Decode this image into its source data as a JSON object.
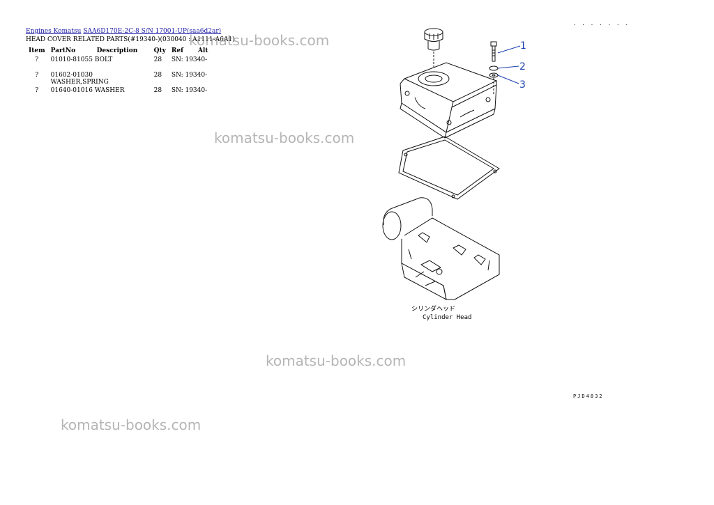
{
  "breadcrumb": {
    "link1": "Engines Komatsu",
    "link2": "SAA6D170E-2C-8 S/N 17001-UP(saa6d2ar)"
  },
  "heading": "HEAD COVER RELATED PARTS(#19340-)(030040 : A1111-A6A1)",
  "table": {
    "headers": [
      "Item",
      "PartNo",
      "Description",
      "Qty",
      "Ref",
      "Alt"
    ],
    "rows": [
      {
        "item": "?",
        "partno": "01010-81055",
        "description": "BOLT",
        "qty": "28",
        "ref": "SN: 19340-",
        "alt": ""
      },
      {
        "item": "?",
        "partno": "01602-01030",
        "description": "WASHER,SPRING",
        "qty": "28",
        "ref": "SN: 19340-",
        "alt": ""
      },
      {
        "item": "?",
        "partno": "01640-01016",
        "description": "WASHER",
        "qty": "28",
        "ref": "SN: 19340-",
        "alt": ""
      }
    ]
  },
  "watermark": "komatsu-books.com",
  "diagram": {
    "callouts": [
      "1",
      "2",
      "3"
    ],
    "label_jp": "シリンダヘッド",
    "label_en": "Cylinder Head",
    "drawing_code": "PJD4832",
    "top_code": "· · · · · · ·",
    "callout_color": "#1a3fb0"
  }
}
